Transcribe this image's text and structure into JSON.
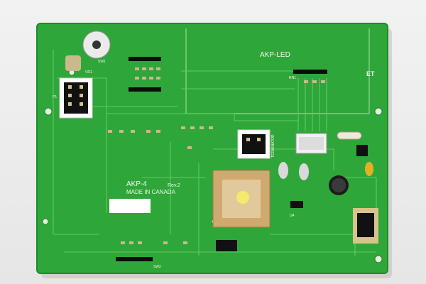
{
  "photo": {
    "subject": "printed-circuit-board",
    "colors": {
      "background": "#ececec",
      "board": "#2fa63a",
      "board_edge": "#1f8a2c",
      "trace": "#55c25b",
      "silkscreen": "#f4f8ec",
      "pad": "#c9b98d",
      "chip": "#1a1a1a",
      "socket": "#d4b07a"
    }
  },
  "labels": {
    "led_section": "AKP-LED",
    "model": "AKP-4",
    "revision": "Rev.2",
    "origin": "MADE IN CANADA",
    "terminator": "TERMINATOR",
    "logo": "ET",
    "ref_sw1": "SW1",
    "ref_vr1": "VR1",
    "ref_p1": "P1",
    "ref_rn1": "RN1",
    "ref_u4": "U4",
    "ref_sw2": "SW2"
  }
}
